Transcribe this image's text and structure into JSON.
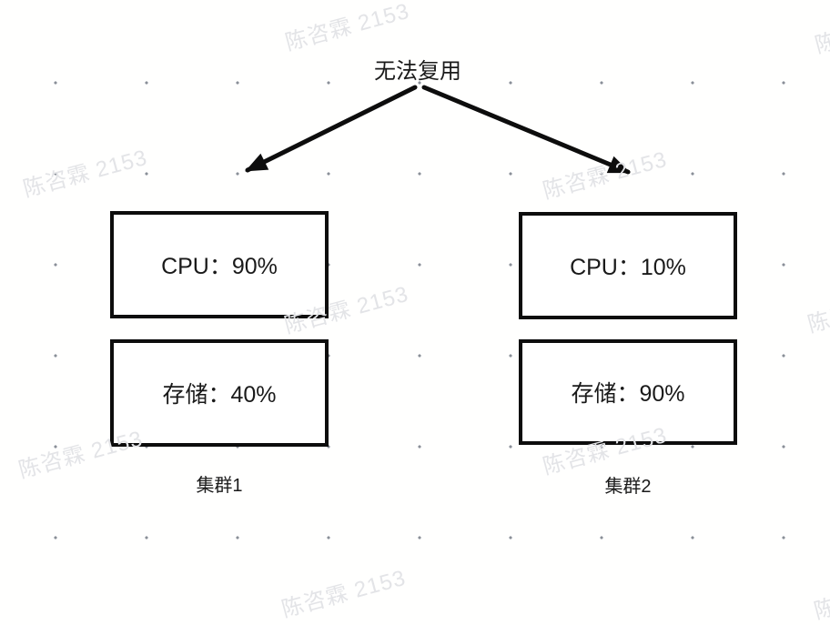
{
  "diagram": {
    "title": "无法复用",
    "clusters": [
      {
        "label": "集群1",
        "metrics": [
          "CPU：90%",
          "存储：40%"
        ]
      },
      {
        "label": "集群2",
        "metrics": [
          "CPU：10%",
          "存储：90%"
        ]
      }
    ]
  },
  "watermark": {
    "text": "陈咨霖 2153"
  },
  "colors": {
    "line": "#0d0d0d",
    "text": "#1a1a1a",
    "dot": "#8a8f98",
    "watermark": "#e3e4e7",
    "background": "#ffffff"
  }
}
